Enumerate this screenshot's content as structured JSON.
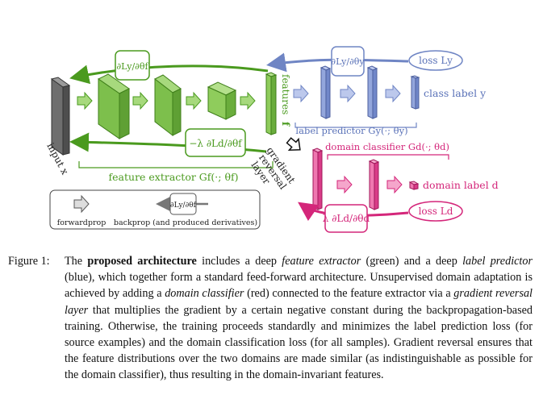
{
  "figure": {
    "input_label": "input x",
    "features_label": "features",
    "features_symbol": "f",
    "gradient_reversal_label": [
      "gradient",
      "reversal",
      "layer"
    ],
    "feature_extractor_label": "feature extractor Gf(·; θf)",
    "label_predictor_label": "label predictor Gy(·; θy)",
    "domain_classifier_label": "domain classifier Gd(·; θd)",
    "class_label": "class label y",
    "domain_label": "domain label d",
    "loss_y": "loss Ly",
    "loss_d": "loss Ld",
    "grad_feat": "∂Ly/∂θf",
    "grad_label": "∂Ly/∂θy",
    "grad_reversed": "−λ ∂Ld/∂θf",
    "grad_domain": "λ ∂Ld/∂θd",
    "legend": {
      "forwardprop": "forwardprop",
      "backprop": "backprop (and produced derivatives)",
      "backprop_grad": "∂Ly/∂θf"
    },
    "colors": {
      "green": "#6fb33c",
      "blue": "#7f93cf",
      "pink": "#e0569b",
      "gray": "#7c7c7c"
    }
  },
  "caption": {
    "label": "Figure 1:",
    "parts": [
      "The ",
      "proposed architecture",
      " includes a deep ",
      "feature extractor",
      " (green) and a deep ",
      "label predictor",
      " (blue), which together form a standard feed-forward architecture. Unsupervised domain adaptation is achieved by adding a ",
      "domain classifier",
      " (red) connected to the feature extractor via a ",
      "gradient reversal layer",
      " that multiplies the gradient by a certain negative constant during the backpropagation-based training. Otherwise, the training proceeds standardly and minimizes the label prediction loss (for source examples) and the domain classification loss (for all samples). Gradient reversal ensures that the feature distributions over the two domains are made similar (as indistinguishable as possible for the domain classifier), thus resulting in the domain-invariant features."
    ]
  }
}
